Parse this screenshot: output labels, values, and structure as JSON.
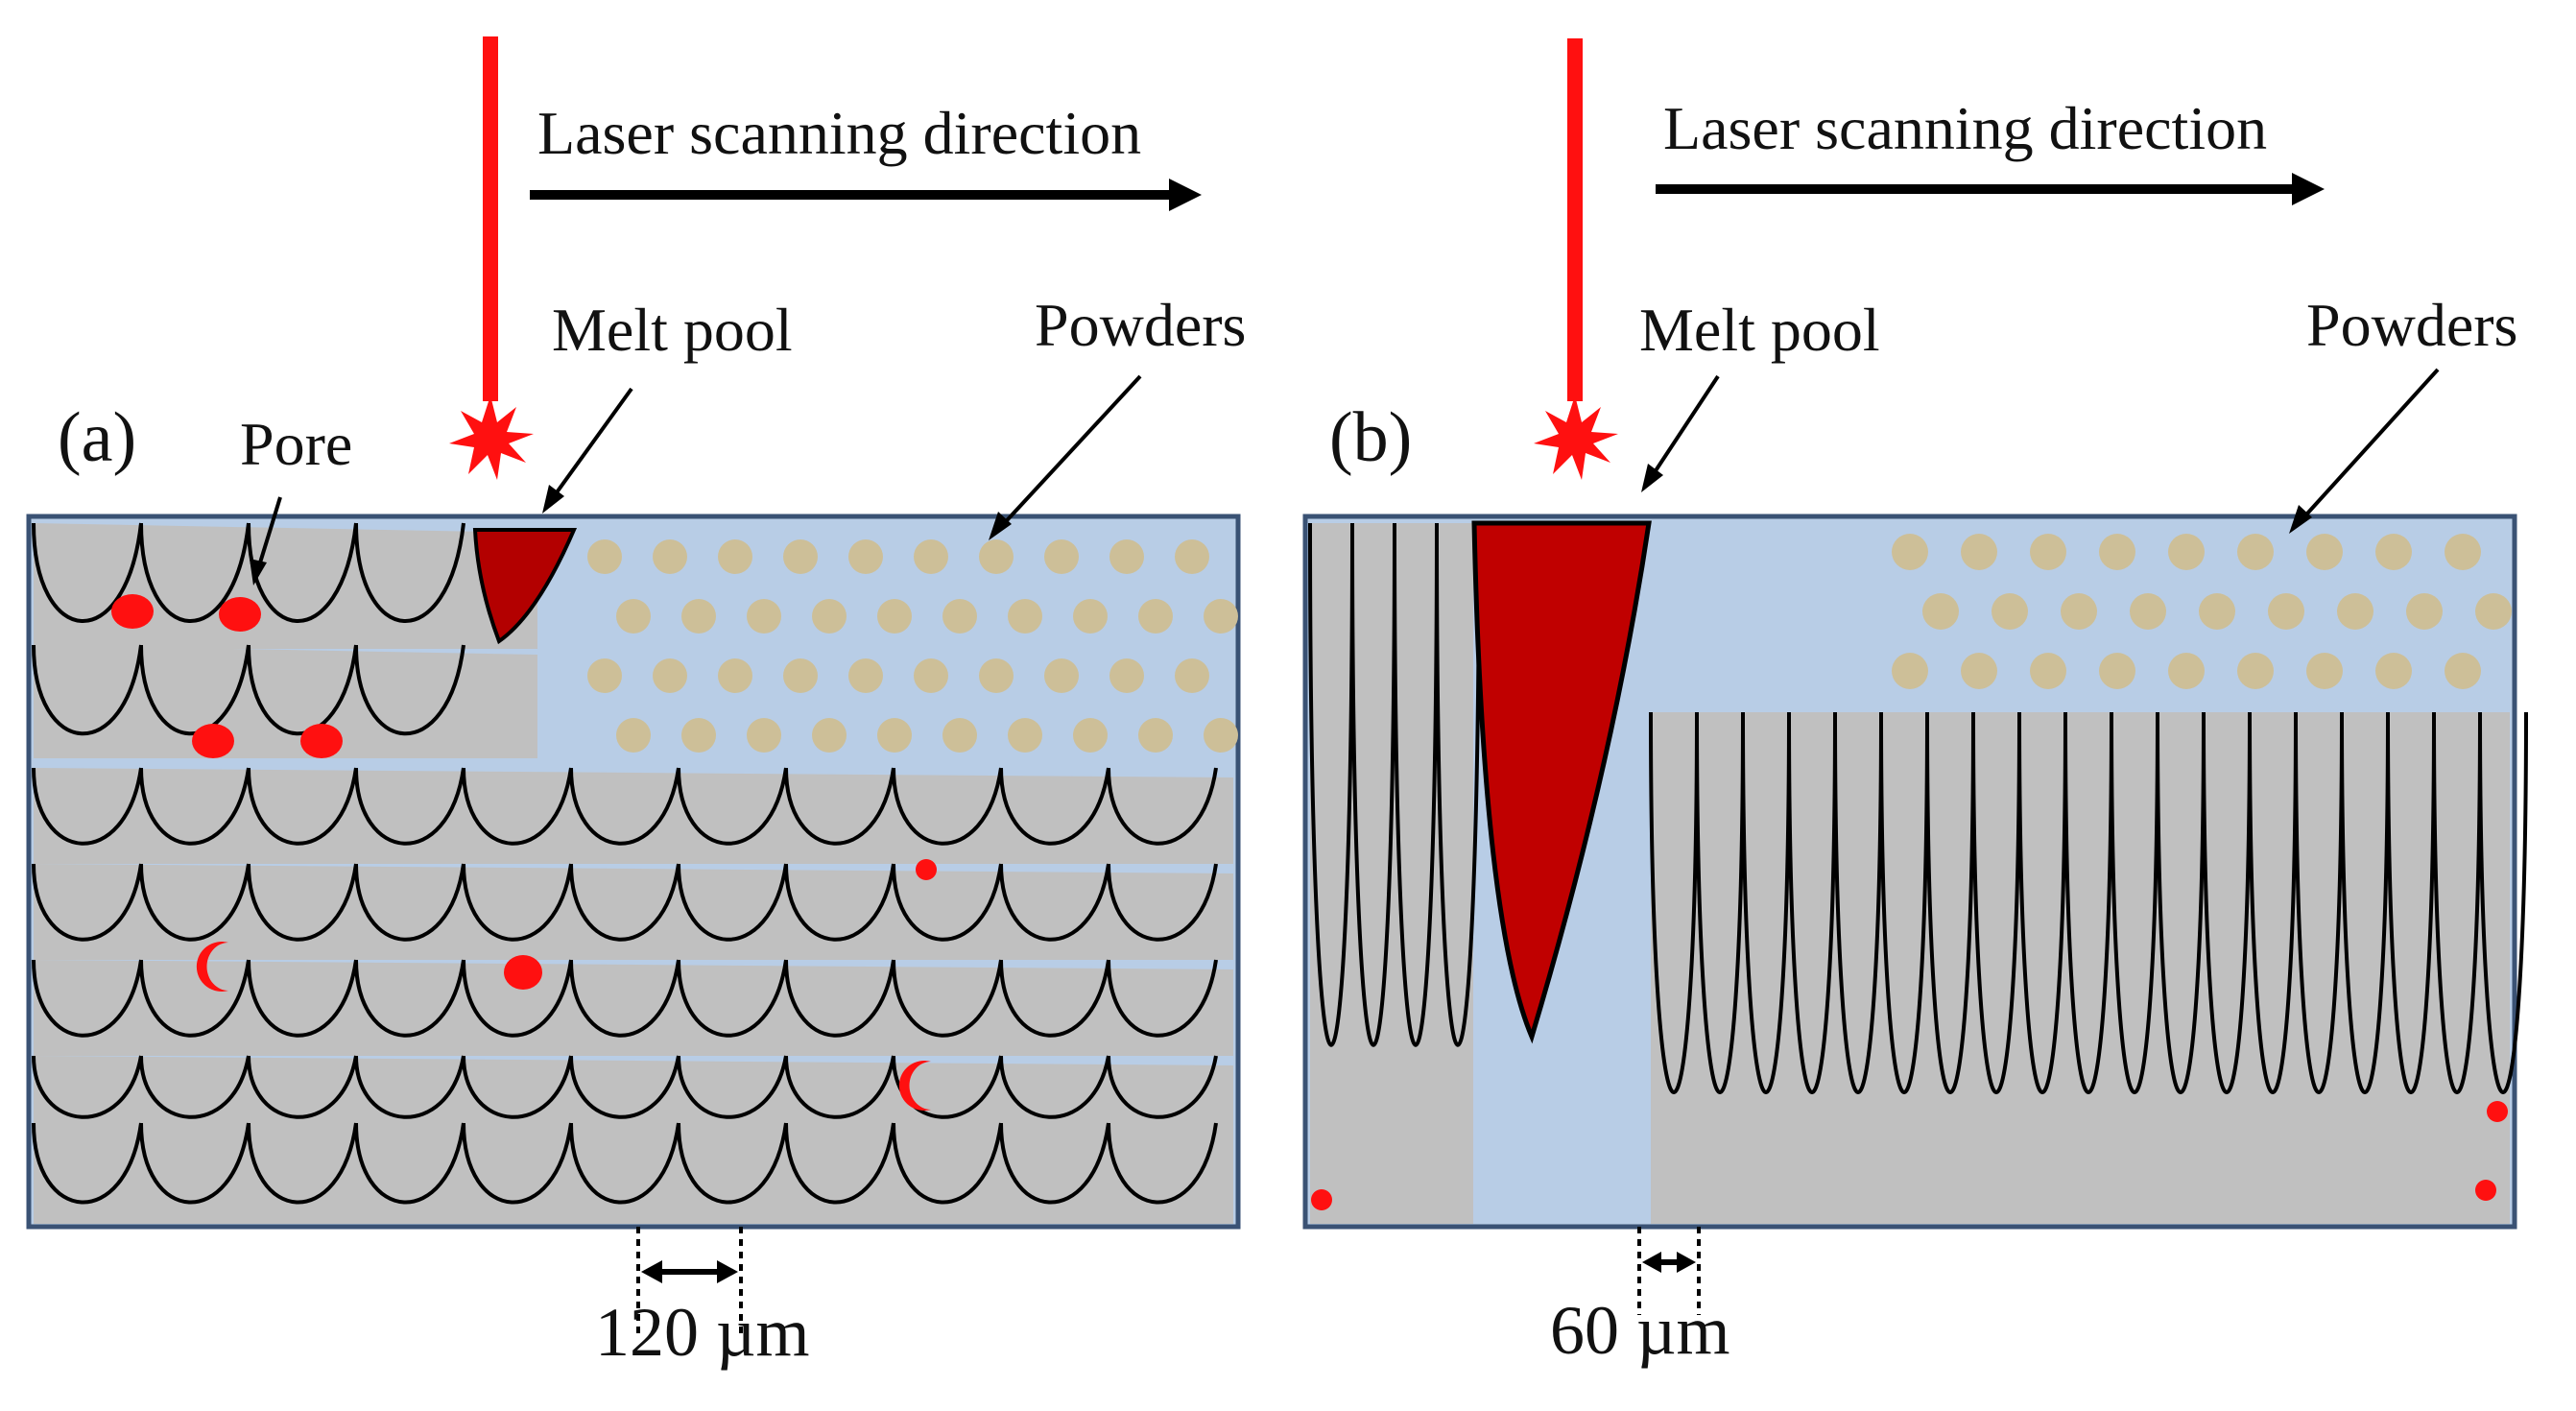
{
  "figure": {
    "panels": [
      {
        "id": "a",
        "tag": "(a)",
        "scan_direction_label": "Laser scanning direction",
        "melt_pool_label": "Melt pool",
        "powders_label": "Powders",
        "pore_label": "Pore",
        "spacing_label": "120 µm"
      },
      {
        "id": "b",
        "tag": "(b)",
        "scan_direction_label": "Laser scanning direction",
        "melt_pool_label": "Melt pool",
        "powders_label": "Powders",
        "spacing_label": "60 µm"
      }
    ],
    "colors": {
      "substrate": "#b8cde6",
      "frame": "#3a5274",
      "track": "#c0c0c0",
      "track_line": "#000000",
      "laser": "#ff1010",
      "melt_pool": "#b30000",
      "powder": "#cdbf98",
      "pore": "#ff1010"
    }
  }
}
